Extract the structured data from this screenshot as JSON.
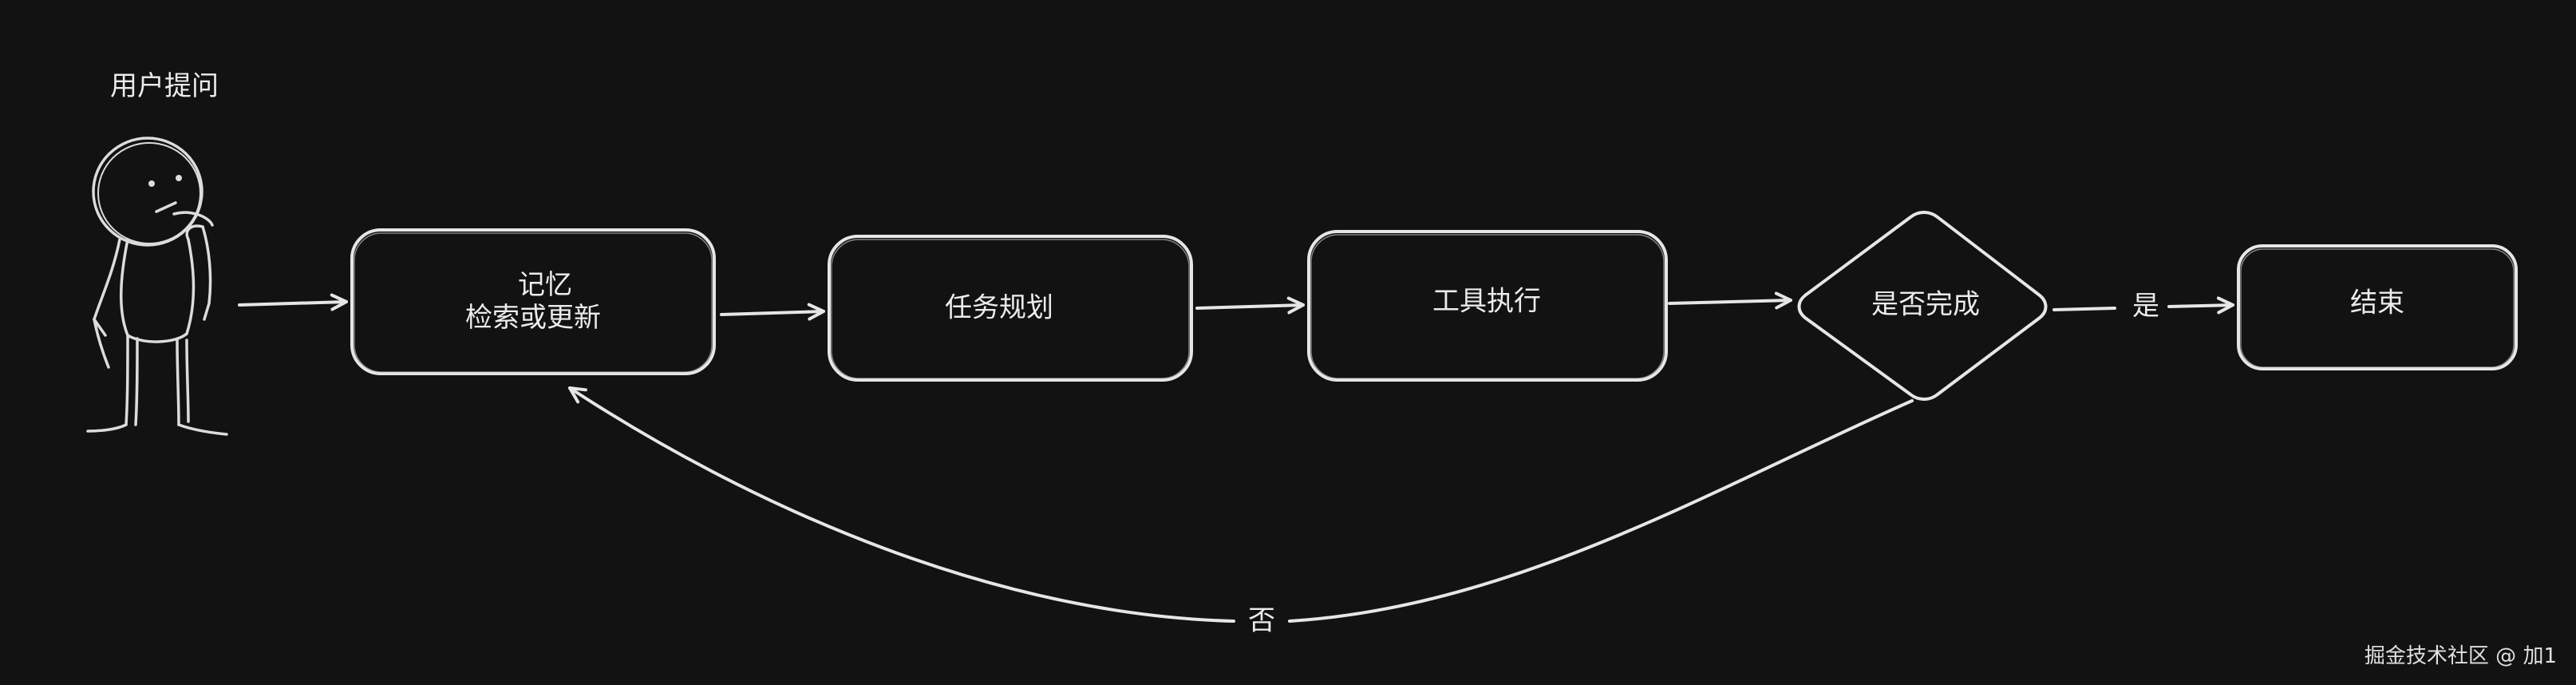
{
  "actor": {
    "label": "用户提问",
    "icon": "stick-figure-thinking-icon"
  },
  "nodes": [
    {
      "id": "memory",
      "shape": "rounded-rect",
      "line1": "记忆",
      "line2": "检索或更新"
    },
    {
      "id": "planning",
      "shape": "rounded-rect",
      "label": "任务规划"
    },
    {
      "id": "tools",
      "shape": "rounded-rect",
      "label": "工具执行"
    },
    {
      "id": "decision",
      "shape": "diamond",
      "label": "是否完成"
    },
    {
      "id": "end",
      "shape": "rounded-rect",
      "label": "结束"
    }
  ],
  "edges": [
    {
      "from": "actor",
      "to": "memory",
      "label": ""
    },
    {
      "from": "memory",
      "to": "planning",
      "label": ""
    },
    {
      "from": "planning",
      "to": "tools",
      "label": ""
    },
    {
      "from": "tools",
      "to": "decision",
      "label": ""
    },
    {
      "from": "decision",
      "to": "end",
      "label": "是"
    },
    {
      "from": "decision",
      "to": "memory",
      "label": "否"
    }
  ],
  "watermark": "掘金技术社区 @ 加1",
  "colors": {
    "background": "#121212",
    "stroke": "#e6e6e6",
    "text": "#ececec"
  }
}
